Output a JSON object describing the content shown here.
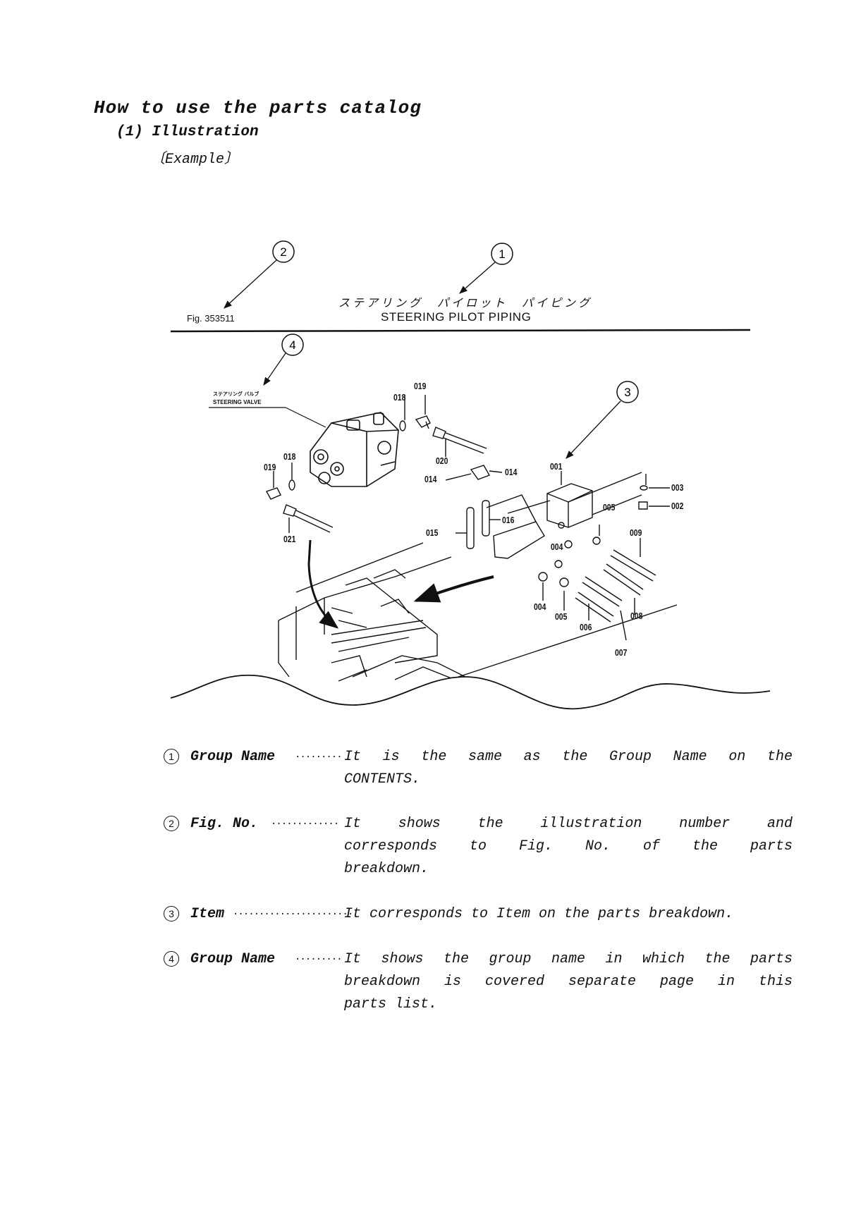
{
  "page": {
    "heading": "How to use the parts catalog",
    "subheading": "(1) Illustration",
    "example_label": "〔Example〕"
  },
  "diagram": {
    "fig_label": "Fig. 353511",
    "title_jp": "ステアリング　パイロット　パイピング",
    "title_en": "STEERING PILOT PIPING",
    "valve_label_jp": "ステアリング バルブ",
    "valve_label_en": "STEERING VALVE",
    "callouts": [
      "1",
      "2",
      "3",
      "4"
    ],
    "part_numbers": {
      "p019a": "019",
      "p018a": "018",
      "p020": "020",
      "p018b": "018",
      "p019b": "019",
      "p021": "021",
      "p014a": "014",
      "p014b": "014",
      "p015": "015",
      "p016": "016",
      "p001": "001",
      "p003": "003",
      "p002": "002",
      "p005a": "005",
      "p009": "009",
      "p004a": "004",
      "p004b": "004",
      "p005b": "005",
      "p006": "006",
      "p007": "007",
      "p008": "008"
    }
  },
  "legend": [
    {
      "num": "1",
      "term": "Group Name",
      "dots": "·········",
      "lines": [
        "It is the same as the Group Name on the",
        "CONTENTS."
      ]
    },
    {
      "num": "2",
      "term": "Fig. No.",
      "dots": "·············",
      "lines": [
        "It shows the illustration number and",
        "corresponds to Fig. No. of the parts",
        "breakdown."
      ]
    },
    {
      "num": "3",
      "term": "Item",
      "dots": "·······················",
      "lines": [
        "It corresponds to Item on the parts breakdown."
      ]
    },
    {
      "num": "4",
      "term": "Group Name",
      "dots": "·········",
      "lines": [
        "It shows the group name in which the parts",
        "breakdown is covered separate page in this",
        "parts list."
      ]
    }
  ]
}
